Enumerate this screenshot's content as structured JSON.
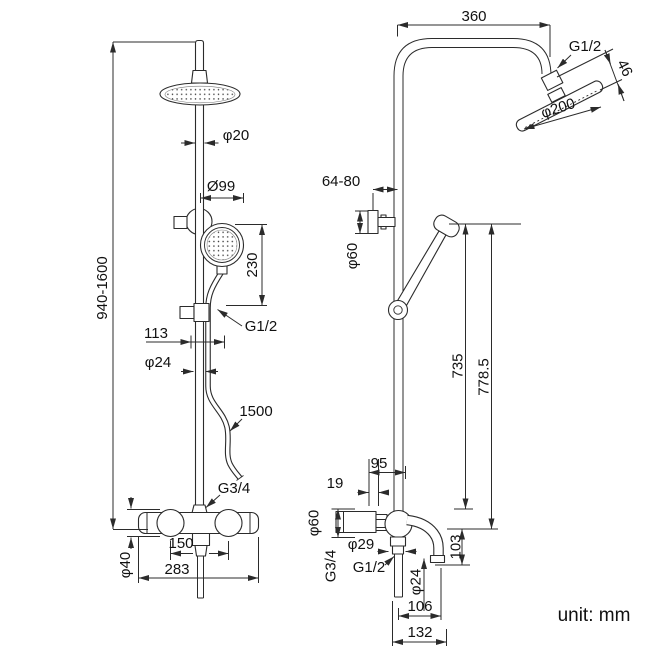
{
  "front_view": {
    "height_range": "940-1600",
    "pipe_dia": "φ20",
    "handshower_dia": "Ø99",
    "handshower_drop": "230",
    "slider_thread": "G1/2",
    "slider_offset": "113",
    "column_dia": "φ24",
    "hose_length": "1500",
    "hose_thread": "G3/4",
    "handle_spacing": "150",
    "valve_width": "283",
    "handle_dia": "φ40"
  },
  "side_view": {
    "arm_reach": "360",
    "head_thread": "G1/2",
    "head_depth": "46",
    "head_dia": "φ200",
    "wall_clearance": "64-80",
    "bracket_flange_dia": "φ60",
    "rail_drop": "735",
    "column_drop": "778.5",
    "valve_offset": "95",
    "plate_depth": "19",
    "valve_flange_dia": "φ60",
    "inlet_thread": "G3/4",
    "joint_dia": "φ29",
    "outlet_thread": "G1/2",
    "spout_drop": "103",
    "spout_dia": "φ24",
    "spout_reach": "106",
    "overall_reach": "132"
  },
  "footer": {
    "unit_note": "unit: mm"
  },
  "colors": {
    "line": "#2b2b2b",
    "text": "#111111",
    "background": "#ffffff"
  }
}
